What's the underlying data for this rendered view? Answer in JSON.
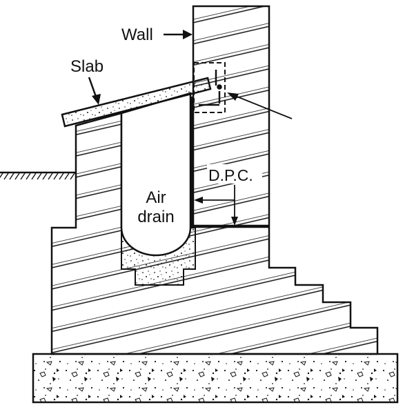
{
  "labels": {
    "wall": "Wall",
    "slab": "Slab",
    "dpc": "D.P.C.",
    "air_drain_line1": "Air",
    "air_drain_line2": "drain"
  },
  "colors": {
    "ink": "#111111",
    "paper": "#ffffff"
  }
}
